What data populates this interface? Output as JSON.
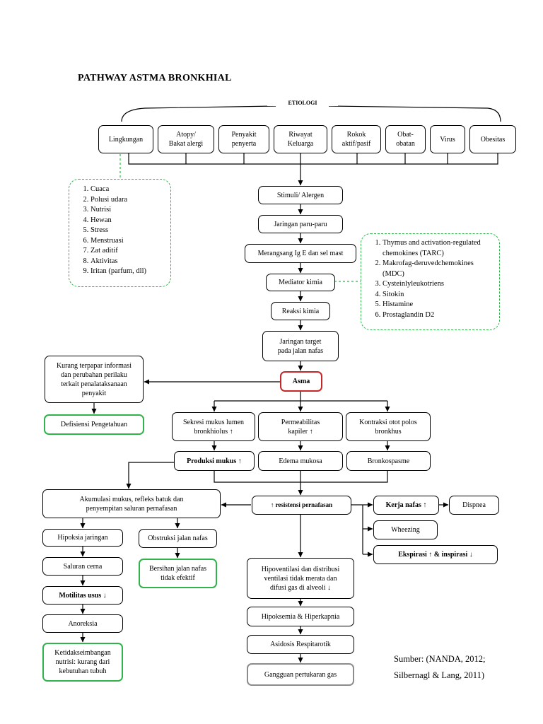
{
  "title": "PATHWAY ASTMA BRONKHIAL",
  "etiologi_label": "ETIOLOGI",
  "etiologi": [
    "Lingkungan",
    "Atopy/\nBakat alergi",
    "Penyakit\npenyerta",
    "Riwayat\nKeluarga",
    "Rokok\naktif/pasif",
    "Obat-\nobatan",
    "Virus",
    "Obesitas"
  ],
  "lingkungan_factors": [
    "Cuaca",
    "Polusi udara",
    "Nutrisi",
    "Hewan",
    "Stress",
    "Menstruasi",
    "Zat aditif",
    "Aktivitas",
    "Iritan (parfum, dll)"
  ],
  "mediator_list": [
    "Thymus and activation-regulated chemokines (TARC)",
    "Makrofag-deruvedchemokines (MDC)",
    "Cysteinlyleukotriens",
    "Sitokin",
    "Histamine",
    "Prostaglandin D2"
  ],
  "nodes": {
    "stimuli": "Stimuli/ Alergen",
    "jaringan_paru": "Jaringan paru-paru",
    "merangsang": "Merangsang Ig E dan sel mast",
    "mediator": "Mediator kimia",
    "reaksi": "Reaksi kimia",
    "jaringan_target": "Jaringan target\npada jalan nafas",
    "asma": "Asma",
    "kurang_info": "Kurang terpapar informasi\ndan perubahan perilaku\nterkait penalataksanaan\npenyakit",
    "defisiensi": "Defisiensi Pengetahuan",
    "sekresi": "Sekresi mukus lumen\nbronkhiolus ↑",
    "permeabilitas": "Permeabilitas\nkapiler ↑",
    "kontraksi": "Kontraksi otot polos\nbronkhus",
    "produksi": "Produksi mukus ↑",
    "edema": "Edema mukosa",
    "bronkospasme": "Bronkospasme",
    "akumulasi": "Akumulasi mukus, refleks batuk dan\npenyempitan saluran pernafasan",
    "resistensi": "↑ resistensi pernafasan",
    "kerja_nafas": "Kerja nafas ↑",
    "dispnea": "Dispnea",
    "wheezing": "Wheezing",
    "ekspirasi": "Ekspirasi ↑ & inspirasi ↓",
    "hipoksia": "Hipoksia jaringan",
    "obstruksi": "Obstruksi jalan nafas",
    "bersihan": "Bersihan jalan nafas\ntidak efektif",
    "saluran_cerna": "Saluran cerna",
    "motilitas": "Motilitas usus ↓",
    "anoreksia": "Anoreksia",
    "ketidakseimbangan": "Ketidakseimbangan\nnutrisi: kurang dari\nkebutuhan tubuh",
    "hipoventilasi": "Hipoventilasi dan distribusi\nventilasi tidak merata dan\ndifusi gas di alveoli ↓",
    "hipoksemia": "Hipoksemia & Hiperkapnia",
    "asidosis": "Asidosis Respitarotik",
    "gangguan": "Gangguan pertukaran gas"
  },
  "source": "Sumber: (NANDA, 2012;\nSilbernagl & Lang, 2011)"
}
